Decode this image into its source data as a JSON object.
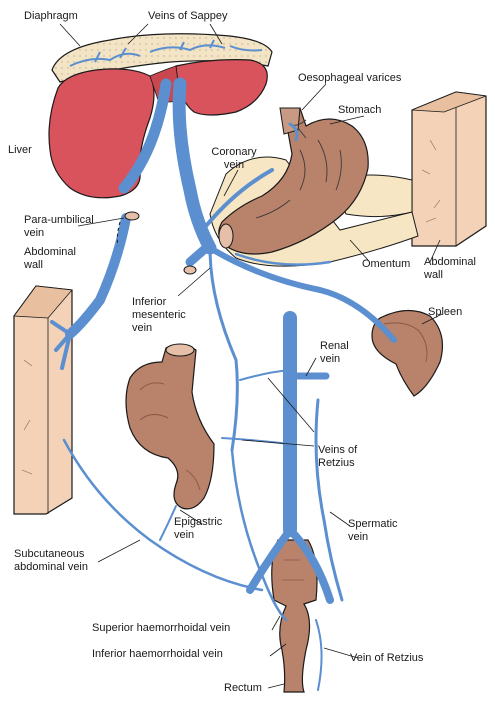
{
  "colors": {
    "vein": "#5b8fcf",
    "vein_dark": "#2f5f9e",
    "liver": "#d9535d",
    "gut": "#b9826b",
    "gut_dark": "#8a5a46",
    "wall": "#f4d2b8",
    "mesentery": "#f7e6c4",
    "outline": "#1a1a1a"
  },
  "labels": {
    "diaphragm": "Diaphragm",
    "veins_of_sappey": "Veins of Sappey",
    "oesophageal_varices": "Oesophageal varices",
    "stomach": "Stomach",
    "liver": "Liver",
    "coronary_vein": [
      "Coronary",
      "vein"
    ],
    "para_umbilical_vein": [
      "Para-umbilical",
      "vein"
    ],
    "abdominal_wall_left": [
      "Abdominal",
      "wall"
    ],
    "omentum": "Omentum",
    "abdominal_wall_right": [
      "Abdominal",
      "wall"
    ],
    "inferior_mesenteric_vein": [
      "Inferior",
      "mesenteric",
      "vein"
    ],
    "spleen": "Spleen",
    "renal_vein": [
      "Renal",
      "vein"
    ],
    "veins_of_retzius": [
      "Veins of",
      "Retzius"
    ],
    "epigastric_vein": [
      "Epigastric",
      "vein"
    ],
    "spermatic_vein": [
      "Spermatic",
      "vein"
    ],
    "subcutaneous_abdominal_vein": [
      "Subcutaneous",
      "abdominal vein"
    ],
    "superior_haemorrhoidal_vein": "Superior haemorrhoidal vein",
    "inferior_haemorrhoidal_vein": "Inferior haemorrhoidal vein",
    "vein_of_retzius": "Vein of Retzius",
    "rectum": "Rectum"
  }
}
